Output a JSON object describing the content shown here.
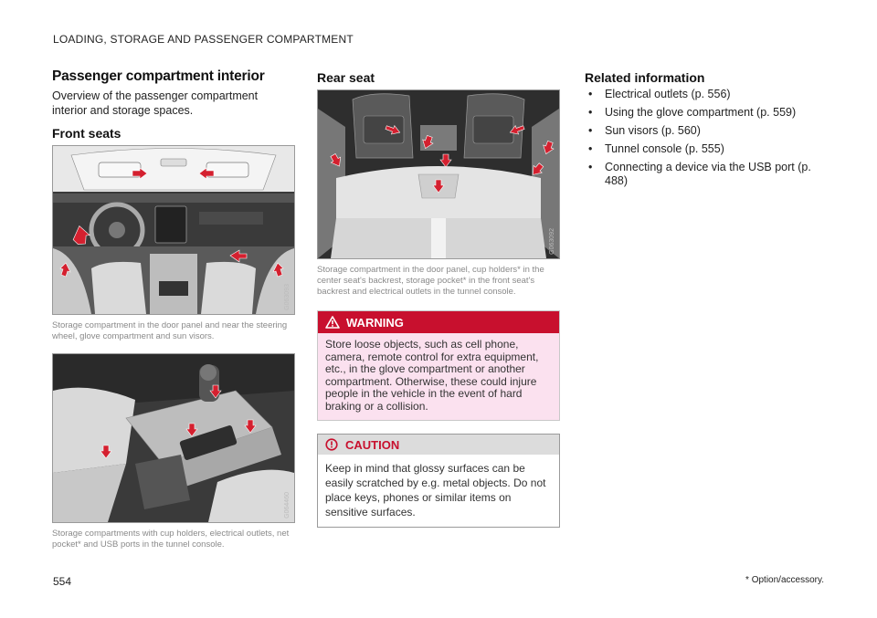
{
  "header": {
    "title": "LOADING, STORAGE AND PASSENGER COMPARTMENT"
  },
  "section": {
    "title": "Passenger compartment interior",
    "intro": "Overview of the passenger compartment interior and storage spaces."
  },
  "front_seats": {
    "heading": "Front seats",
    "figure1": {
      "code": "G063093",
      "caption": "Storage compartment in the door panel and near the steering wheel, glove compartment and sun visors."
    },
    "figure2": {
      "code": "G064460",
      "caption": "Storage compartments with cup holders, electrical outlets, net pocket* and USB ports in the tunnel console."
    }
  },
  "rear_seat": {
    "heading": "Rear seat",
    "figure": {
      "code": "G063092",
      "caption": "Storage compartment in the door panel, cup holders* in the center seat's backrest, storage pocket* in the front seat's backrest and electrical outlets in the tunnel console."
    }
  },
  "warning": {
    "label": "WARNING",
    "text": "Store loose objects, such as cell phone, camera, remote control for extra equipment, etc., in the glove compartment or another compartment. Otherwise, these could injure people in the vehicle in the event of hard braking or a collision."
  },
  "caution": {
    "label": "CAUTION",
    "text": "Keep in mind that glossy surfaces can be easily scratched by e.g. metal objects. Do not place keys, phones or similar items on sensitive surfaces."
  },
  "related": {
    "heading": "Related information",
    "items": [
      "Electrical outlets (p. 556)",
      "Using the glove compartment (p. 559)",
      "Sun visors (p. 560)",
      "Tunnel console (p. 555)",
      "Connecting a device via the USB port (p. 488)"
    ]
  },
  "footer": {
    "page_number": "554",
    "footnote": "* Option/accessory."
  },
  "colors": {
    "warning_red": "#c8102e",
    "warning_bg": "#fbe1ef",
    "caution_head": "#dcdcdc",
    "arrow_red": "#d4202f"
  }
}
